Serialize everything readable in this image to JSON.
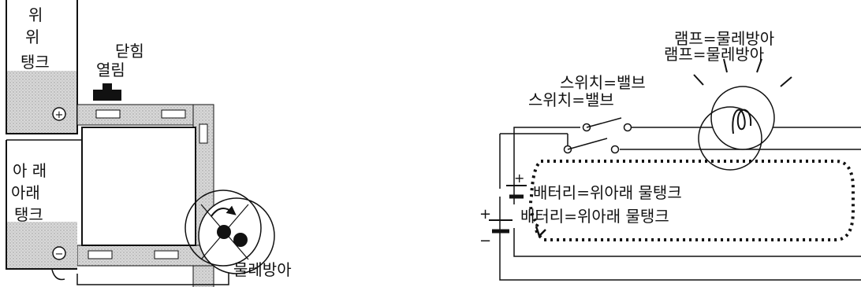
{
  "water_model": {
    "upper_tank_label": "위\n위\n탱크",
    "lower_tank_label": "아래\n아래\n탱크",
    "valve_open_label": "열림",
    "valve_close_label": "닫힘",
    "waterwheel_label": "물레방아",
    "plus_sign": "+",
    "minus_sign": "−",
    "colors": {
      "water": "#c9c9c9",
      "pipe": "#d4d4d4",
      "line": "#111111"
    }
  },
  "electric_circuit": {
    "switch_label": "스위치=밸브",
    "lamp_label": "램프=물레방아",
    "battery_label": "배터리=위아래 물탱크",
    "battery_plus": "+",
    "battery_minus": "−"
  }
}
